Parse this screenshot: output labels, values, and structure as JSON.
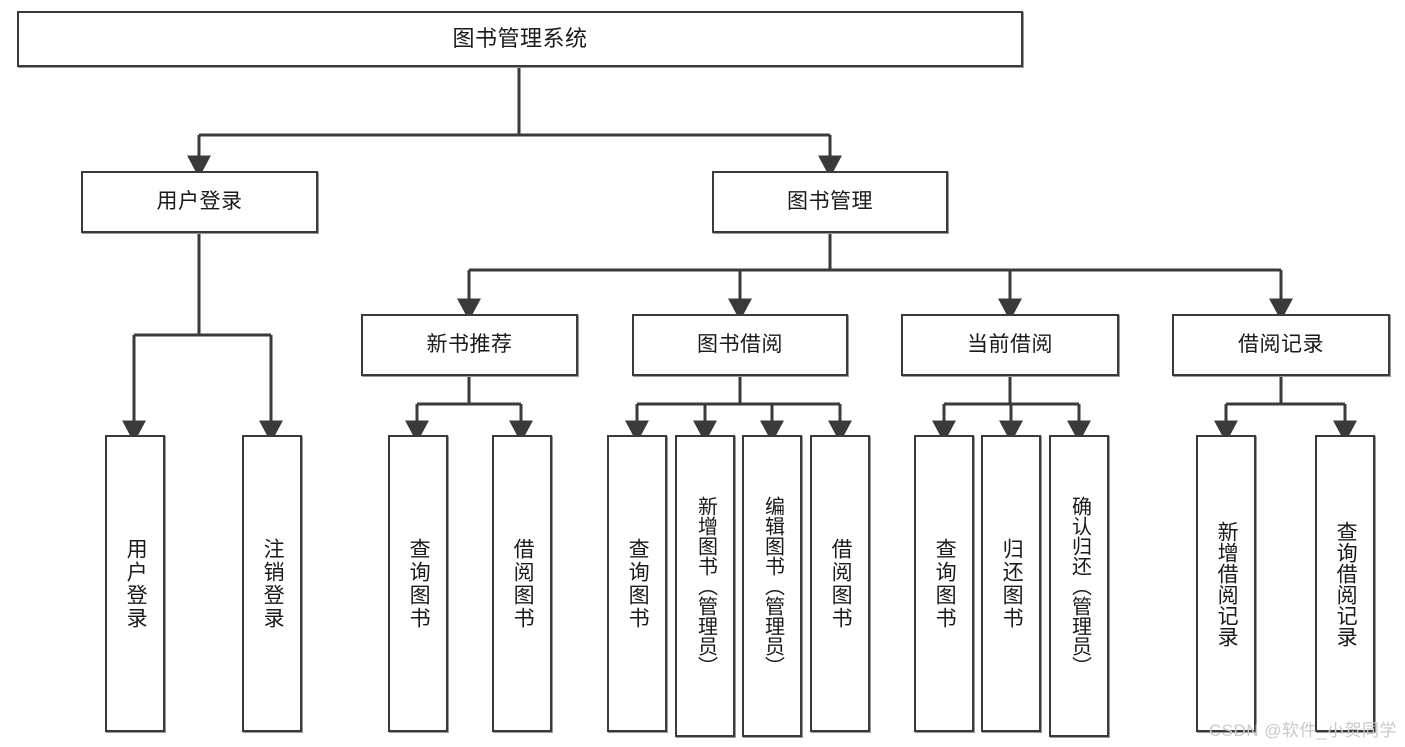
{
  "diagram": {
    "title": "图书管理系统",
    "watermark": "CSDN @软件_小贺同学",
    "level1": [
      {
        "id": "user-login",
        "label": "用户登录"
      },
      {
        "id": "book-manage",
        "label": "图书管理"
      }
    ],
    "level2": [
      {
        "id": "new-book-recommend",
        "label": "新书推荐"
      },
      {
        "id": "book-borrow",
        "label": "图书借阅"
      },
      {
        "id": "current-borrow",
        "label": "当前借阅"
      },
      {
        "id": "borrow-record",
        "label": "借阅记录"
      }
    ],
    "leaves": [
      {
        "id": "leaf-user-login",
        "label": "用户登录"
      },
      {
        "id": "leaf-user-logout",
        "label": "注销登录"
      },
      {
        "id": "leaf-query-book-1",
        "label": "查询图书"
      },
      {
        "id": "leaf-borrow-book-1",
        "label": "借阅图书"
      },
      {
        "id": "leaf-query-book-2",
        "label": "查询图书"
      },
      {
        "id": "leaf-add-book",
        "label": "新增图书（管理员）"
      },
      {
        "id": "leaf-edit-book",
        "label": "编辑图书（管理员）"
      },
      {
        "id": "leaf-borrow-book-2",
        "label": "借阅图书"
      },
      {
        "id": "leaf-query-book-3",
        "label": "查询图书"
      },
      {
        "id": "leaf-return-book",
        "label": "归还图书"
      },
      {
        "id": "leaf-confirm-return",
        "label": "确认归还（管理员）"
      },
      {
        "id": "leaf-add-record",
        "label": "新增借阅记录"
      },
      {
        "id": "leaf-query-record",
        "label": "查询借阅记录"
      }
    ],
    "colors": {
      "line": "#3a3a3a",
      "box_border": "#3a3a3a",
      "background": "#ffffff",
      "text": "#1a1a1a",
      "watermark": "#c9c9c9"
    }
  }
}
